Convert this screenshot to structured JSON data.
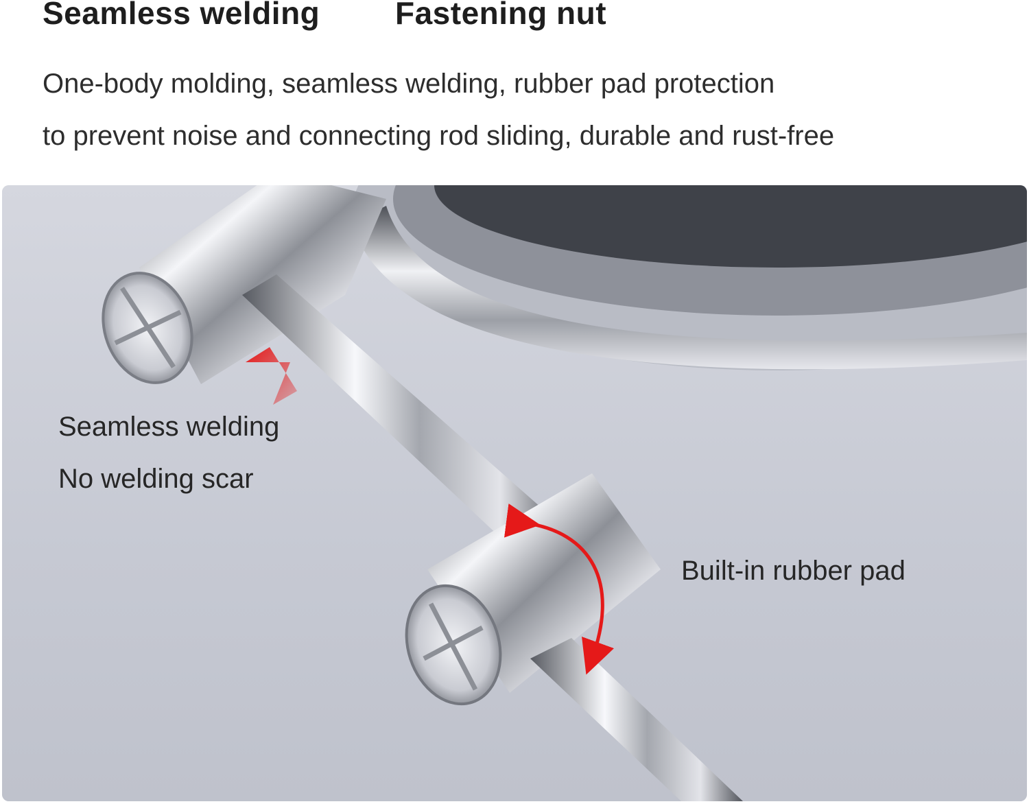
{
  "header": {
    "title_left": "Seamless welding",
    "title_right": "Fastening nut",
    "description_line_1": "One-body molding, seamless welding, rubber pad protection",
    "description_line_2": "to prevent noise and connecting rod sliding, durable and rust-free"
  },
  "photo": {
    "callout_weld_line_1": "Seamless welding",
    "callout_weld_line_2": "No welding scar",
    "callout_pad": "Built-in rubber pad",
    "arrow_color": "#e51919",
    "background_color": "#c9ccd6"
  }
}
